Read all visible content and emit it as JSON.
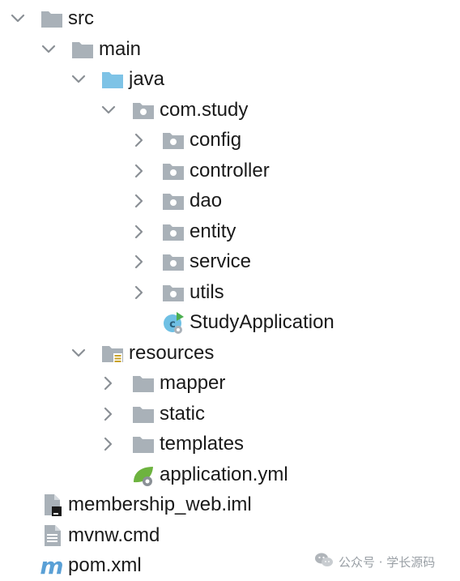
{
  "tree": {
    "items": [
      {
        "label": "src",
        "expanded": true
      },
      {
        "label": "main",
        "expanded": true
      },
      {
        "label": "java",
        "expanded": true
      },
      {
        "label": "com.study",
        "expanded": true
      },
      {
        "label": "config",
        "expanded": false
      },
      {
        "label": "controller",
        "expanded": false
      },
      {
        "label": "dao",
        "expanded": false
      },
      {
        "label": "entity",
        "expanded": false
      },
      {
        "label": "service",
        "expanded": false
      },
      {
        "label": "utils",
        "expanded": false
      },
      {
        "label": "StudyApplication"
      },
      {
        "label": "resources",
        "expanded": true
      },
      {
        "label": "mapper",
        "expanded": false
      },
      {
        "label": "static",
        "expanded": false
      },
      {
        "label": "templates",
        "expanded": false
      },
      {
        "label": "application.yml"
      },
      {
        "label": "membership_web.iml"
      },
      {
        "label": "mvnw.cmd"
      },
      {
        "label": "pom.xml"
      }
    ]
  },
  "watermark": {
    "text": "公众号 · 学长源码"
  },
  "icons": {
    "folder": "folder-icon",
    "source_root": "source-root-folder-icon",
    "package": "package-icon",
    "resources_root": "resources-root-icon",
    "spring_boot_class": "spring-boot-class-icon",
    "spring_config_file": "spring-config-file-icon",
    "iml_file": "iml-file-icon",
    "text_file": "text-file-icon",
    "maven": "maven-icon",
    "wechat": "wechat-icon"
  },
  "colors": {
    "folder_gray": "#a9b1b8",
    "source_root_blue": "#7ec3e6",
    "chevron": "#8a8f95",
    "spring_green": "#6db33f",
    "maven_blue": "#5aa0d6",
    "text": "#1a1a1a"
  }
}
